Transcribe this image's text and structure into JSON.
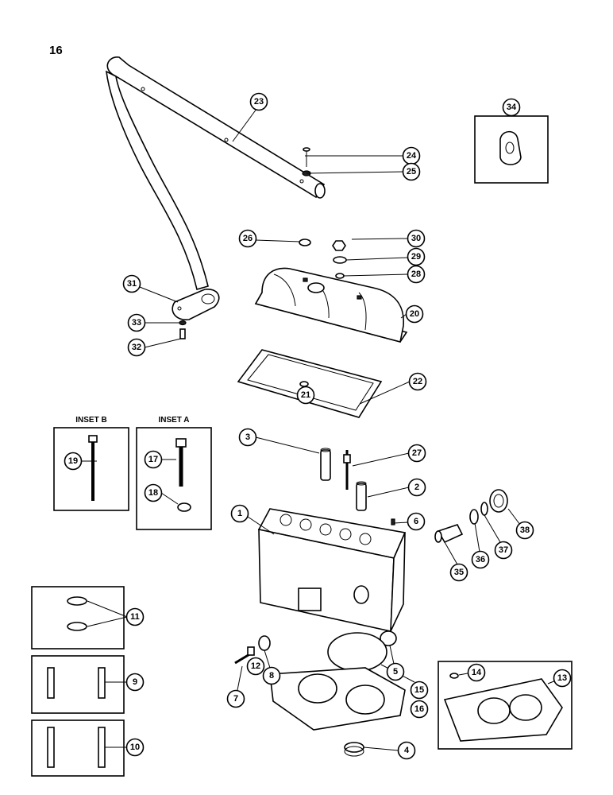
{
  "page_number": "16",
  "insets": {
    "b_title": "INSET B",
    "a_title": "INSET A"
  },
  "callouts": {
    "c1": "1",
    "c2": "2",
    "c3": "3",
    "c4": "4",
    "c5": "5",
    "c6": "6",
    "c7": "7",
    "c8": "8",
    "c9": "9",
    "c10": "10",
    "c11": "11",
    "c12": "12",
    "c13": "13",
    "c14": "14",
    "c15": "15",
    "c16": "16",
    "c17": "17",
    "c18": "18",
    "c19": "19",
    "c20": "20",
    "c21": "21",
    "c22": "22",
    "c23": "23",
    "c24": "24",
    "c25": "25",
    "c26": "26",
    "c27": "27",
    "c28": "28",
    "c29": "29",
    "c30": "30",
    "c31": "31",
    "c32": "32",
    "c33": "33",
    "c34": "34",
    "c35": "35",
    "c36": "36",
    "c37": "37",
    "c38": "38"
  }
}
